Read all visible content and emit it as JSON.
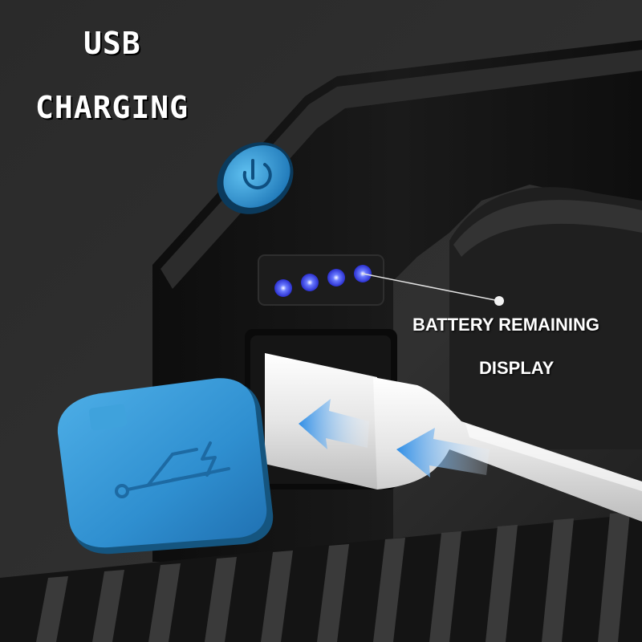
{
  "heading": {
    "line1": "USB",
    "line2": "CHARGING"
  },
  "callout": {
    "line1": "BATTERY REMAINING",
    "line2": "DISPLAY"
  },
  "battery_indicator": {
    "leds_lit": 4,
    "leds_total": 4
  },
  "colors": {
    "background": "#2b2b2b",
    "body": "#121212",
    "accent_blue": "#2d8fd6",
    "led_blue": "#3a4cff",
    "cable": "#e8e8e8",
    "arrow": "#2f8ee6"
  },
  "icons": [
    "power-icon",
    "usb-icon",
    "lightning-icon",
    "arrow-left-icon"
  ]
}
